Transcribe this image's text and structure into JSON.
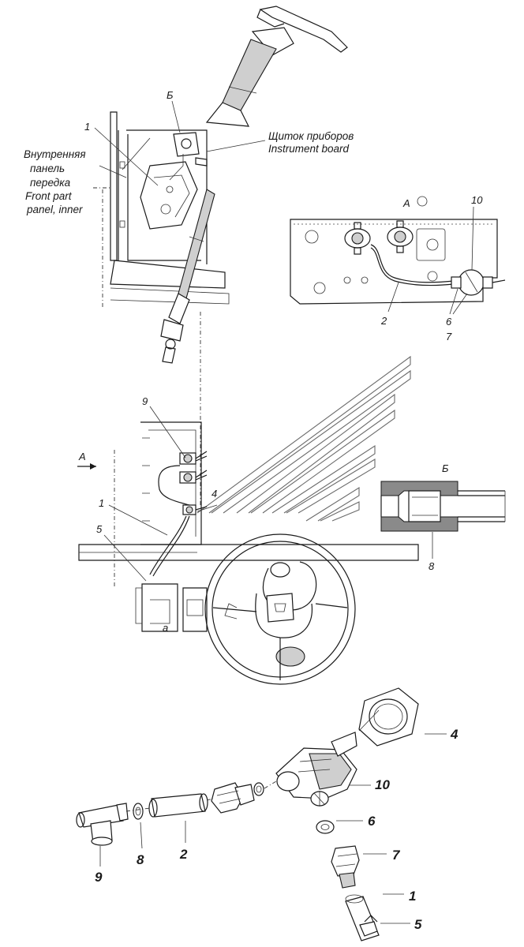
{
  "captions": {
    "instrument_ru": "Щиток приборов",
    "instrument_en": "Instrument board",
    "panel_ru_1": "Внутренняя",
    "panel_ru_2": "панель",
    "panel_ru_3": "передка",
    "panel_en_1": "Front part",
    "panel_en_2": "panel, inner"
  },
  "view_labels": {
    "b_top": "Б",
    "a_view": "А",
    "a_arrow": "А",
    "b_section": "Б",
    "a_small": "а"
  },
  "callouts": {
    "top_1": "1",
    "a_10": "10",
    "a_2": "2",
    "a_6": "6",
    "a_7": "7",
    "mid_9": "9",
    "mid_4": "4",
    "mid_1": "1",
    "mid_5": "5",
    "sec_8": "8"
  },
  "exploded_callouts": {
    "p4": "4",
    "p10": "10",
    "p6": "6",
    "p7": "7",
    "p1": "1",
    "p5": "5",
    "p9": "9",
    "p8": "8",
    "p2": "2"
  }
}
